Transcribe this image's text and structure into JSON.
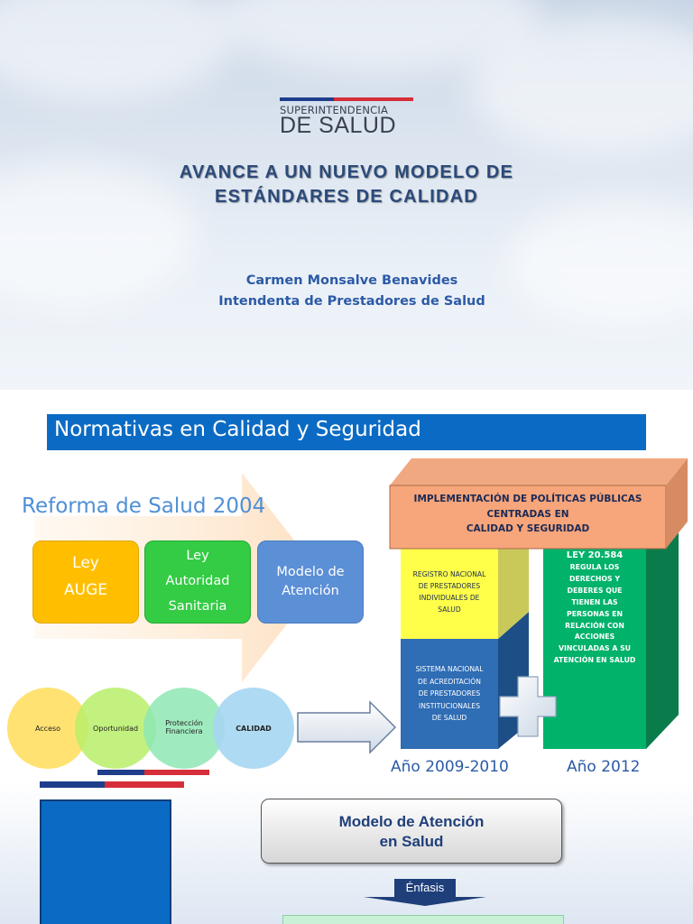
{
  "slide1": {
    "logo": {
      "line1": "SUPERINTENDENCIA",
      "line2": "DE SALUD",
      "bar_colors": [
        "#1e3e8c",
        "#d62e3a"
      ]
    },
    "title_line1": "AVANCE A UN NUEVO MODELO DE",
    "title_line2": "ESTÁNDARES DE CALIDAD",
    "author_name": "Carmen Monsalve Benavides",
    "author_role": "Intendenta de Prestadores de Salud"
  },
  "slide2": {
    "header": "Normativas en Calidad y Seguridad",
    "reforma_title": "Reforma de Salud 2004",
    "boxes": [
      {
        "line1": "Ley",
        "line2": "AUGE",
        "color": "#ffbf00"
      },
      {
        "line1": "Ley",
        "line2": "Autoridad",
        "line3": "Sanitaria",
        "color": "#33cc44"
      },
      {
        "line1": "Modelo de",
        "line2": "Atención",
        "color": "#5b8fd6"
      }
    ],
    "circles": [
      {
        "label": "Acceso",
        "color": "#ffe066"
      },
      {
        "label": "Oportunidad",
        "color": "#b8ee6a"
      },
      {
        "label_line1": "Protección",
        "label_line2": "Financiera",
        "color": "#8ee8b4"
      },
      {
        "label": "CALIDAD",
        "color": "#a6d6f2"
      }
    ],
    "implementacion": {
      "line1": "IMPLEMENTACIÓN DE POLÍTICAS PÚBLICAS",
      "line2": "CENTRADAS EN",
      "line3": "CALIDAD Y SEGURIDAD"
    },
    "registro": {
      "line1": "REGISTRO NACIONAL",
      "line2": "DE PRESTADORES",
      "line3": "INDIVIDUALES DE",
      "line4": "SALUD"
    },
    "sistema": {
      "line1": "SISTEMA NACIONAL",
      "line2": "DE ACREDITACIÓN",
      "line3": "DE PRESTADORES",
      "line4": "INSTITUCIONALES",
      "line5": "DE SALUD"
    },
    "ley": {
      "title": "LEY 20.584",
      "lines": [
        "REGULA LOS",
        "DERECHOS Y",
        "DEBERES QUE",
        "TIENEN LAS",
        "PERSONAS EN",
        "RELACIÓN CON",
        "ACCIONES",
        "VINCULADAS A SU",
        "ATENCIÓN EN SALUD"
      ]
    },
    "year_left": "Año 2009-2010",
    "year_right": "Año 2012",
    "flag_colors": [
      "#1e3e8c",
      "#d62e3a"
    ]
  },
  "slide3": {
    "model_line1": "Modelo de Atención",
    "model_line2": "en Salud",
    "enfasis": "Énfasis"
  }
}
